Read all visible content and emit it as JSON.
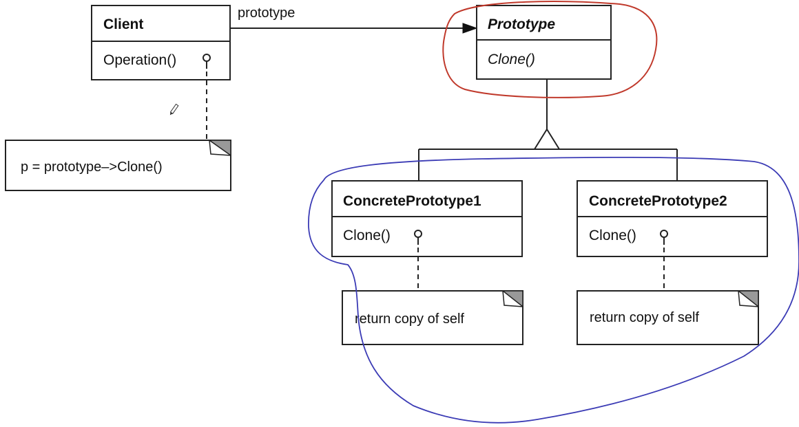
{
  "classes": {
    "client": {
      "name": "Client",
      "operation": "Operation()"
    },
    "prototype": {
      "name": "Prototype",
      "operation": "Clone()"
    },
    "concrete1": {
      "name": "ConcretePrototype1",
      "operation": "Clone()"
    },
    "concrete2": {
      "name": "ConcretePrototype2",
      "operation": "Clone()"
    }
  },
  "association": {
    "label": "prototype"
  },
  "notes": {
    "client_note": "p = prototype–>Clone()",
    "concrete1_note": "return copy of self",
    "concrete2_note": "return copy of self"
  },
  "annotations": {
    "prototype_circle_color": "#c0392b",
    "concrete_circle_color": "#3b3bb5"
  }
}
